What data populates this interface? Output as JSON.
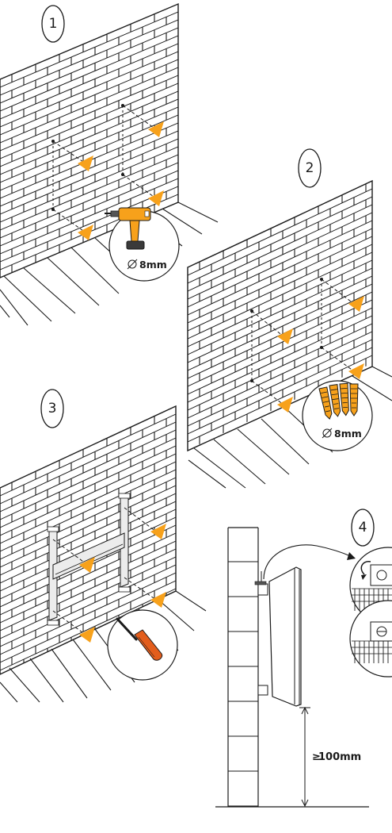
{
  "colors": {
    "accent": "#f7a11b",
    "line": "#1a1a1a",
    "screwdriver": "#e35d1c"
  },
  "steps": [
    {
      "number": "1",
      "label": "8mm"
    },
    {
      "number": "2",
      "label": "8mm"
    },
    {
      "number": "3"
    },
    {
      "number": "4",
      "clearance": "100mm"
    }
  ],
  "icons": [
    "drill-icon",
    "wall-plug-icon",
    "screwdriver-icon",
    "diameter-icon",
    "bracket-lock-icon"
  ]
}
